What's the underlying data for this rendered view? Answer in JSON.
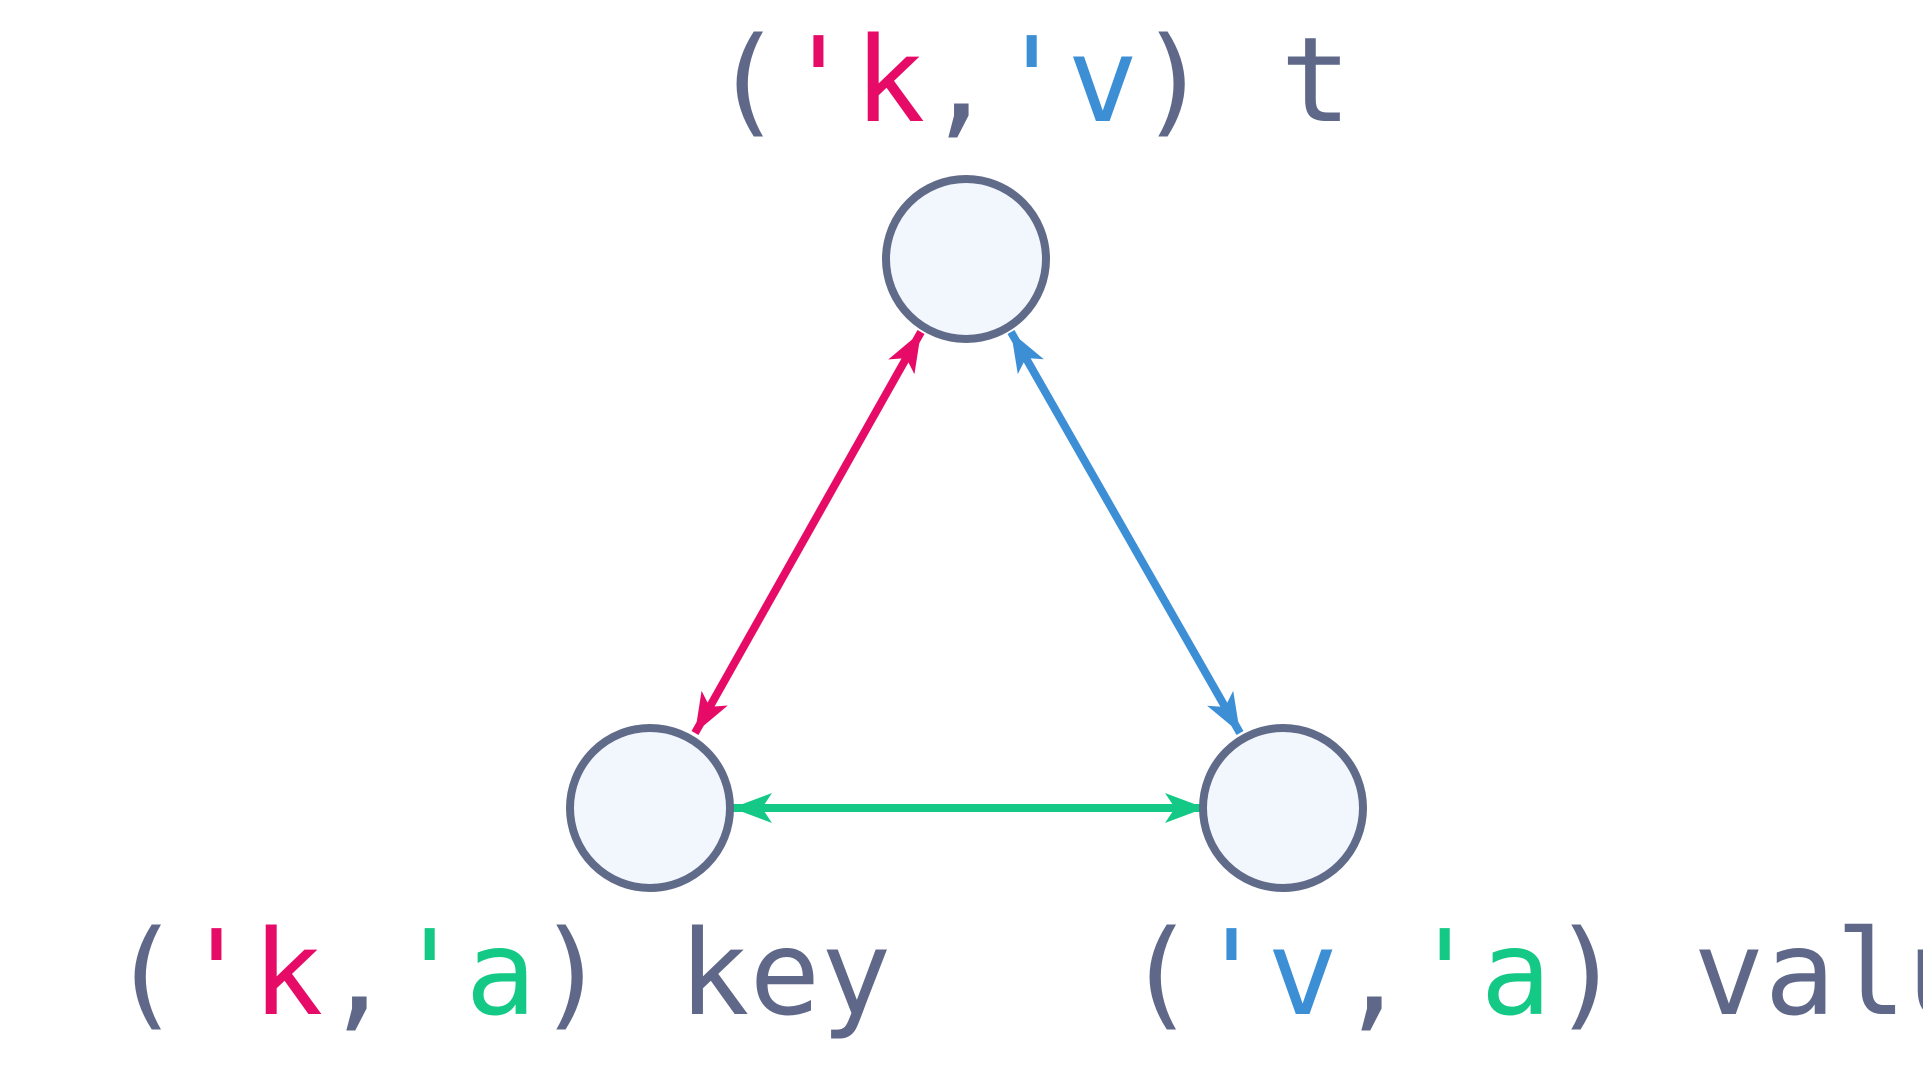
{
  "colors": {
    "text": "#5f6889",
    "k": "#e60b67",
    "v": "#3c8fd5",
    "a": "#14c986",
    "node_fill": "#f2f6fd",
    "node_stroke": "#606a89"
  },
  "nodes": [
    {
      "id": "top",
      "label": [
        {
          "text": "(",
          "role": "text"
        },
        {
          "text": "'k",
          "role": "k"
        },
        {
          "text": ",",
          "role": "text"
        },
        {
          "text": "'v",
          "role": "v"
        },
        {
          "text": ") t",
          "role": "text"
        }
      ]
    },
    {
      "id": "bottom-left",
      "label": [
        {
          "text": "(",
          "role": "text"
        },
        {
          "text": "'k",
          "role": "k"
        },
        {
          "text": ",",
          "role": "text"
        },
        {
          "text": "'a",
          "role": "a"
        },
        {
          "text": ") key",
          "role": "text"
        }
      ]
    },
    {
      "id": "bottom-right",
      "label": [
        {
          "text": "(",
          "role": "text"
        },
        {
          "text": "'v",
          "role": "v"
        },
        {
          "text": ",",
          "role": "text"
        },
        {
          "text": "'a",
          "role": "a"
        },
        {
          "text": ") value",
          "role": "text"
        }
      ]
    }
  ],
  "edges": [
    {
      "from": "top",
      "to": "bottom-left",
      "color": "#e60b67",
      "direction": "both"
    },
    {
      "from": "top",
      "to": "bottom-right",
      "color": "#3c8fd5",
      "direction": "both"
    },
    {
      "from": "bottom-left",
      "to": "bottom-right",
      "color": "#14c986",
      "direction": "both"
    }
  ]
}
